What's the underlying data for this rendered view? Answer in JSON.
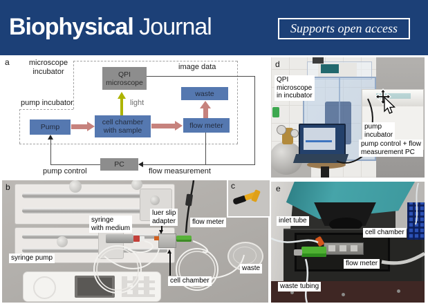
{
  "banner": {
    "journal_name_bold": "Biophysical",
    "journal_name_regular": "Journal",
    "open_access_badge": "Supports open access",
    "background_color": "#1c4077"
  },
  "figure": {
    "panel_a": {
      "label": "a",
      "microscope_incubator": "microscope\nincubator",
      "pump_incubator": "pump incubator",
      "nodes": {
        "qpi_microscope": "QPI\nmicroscope",
        "waste": "waste",
        "pump": "Pump",
        "cell_chamber": "cell chamber\nwith sample",
        "flow_meter": "flow meter",
        "pc": "PC"
      },
      "labels": {
        "light": "light",
        "image_data": "image data",
        "pump_control": "pump control",
        "flow_measurement": "flow measurement"
      },
      "colors": {
        "node_blue": "#5578b0",
        "node_gray": "#8d8d8d",
        "flow_arrow_pink": "#c6827d",
        "light_arrow_yellow": "#adb400"
      }
    },
    "panel_b": {
      "label": "b",
      "annotations": {
        "syringe": "syringe\nwith medium",
        "luer_slip_adapter": "luer slip\nadapter",
        "flow_meter": "flow meter",
        "syringe_pump": "syringe pump",
        "cell_chamber": "cell chamber",
        "waste": "waste"
      }
    },
    "panel_c": {
      "label": "c"
    },
    "panel_d": {
      "label": "d",
      "annotations": {
        "qpi_microscope": "QPI\nmicroscope\nin incubator",
        "pump_incubator": "pump\nincubator",
        "pc": "pump control + flow\nmeasurement PC"
      }
    },
    "panel_e": {
      "label": "e",
      "annotations": {
        "inlet_tube": "inlet tube",
        "cell_chamber": "cell chamber",
        "flow_meter": "flow meter",
        "waste_tubing": "waste tubing"
      }
    }
  }
}
